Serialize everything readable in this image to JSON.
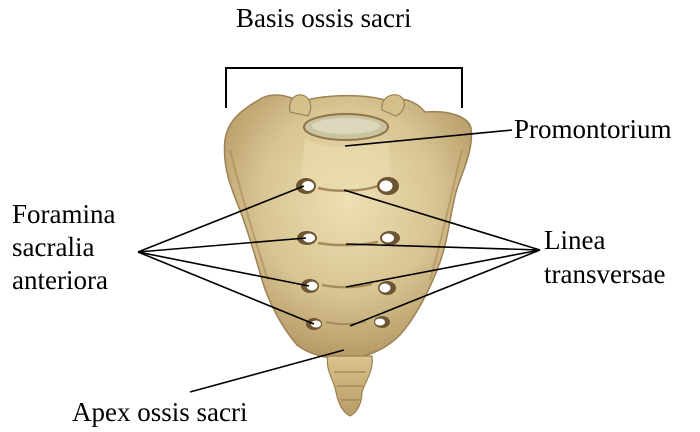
{
  "labels": {
    "basis": "Basis ossis sacri",
    "promontorium": "Promontorium",
    "foramina": [
      "Foramina",
      "sacralia",
      "anteriora"
    ],
    "linea": [
      "Linea",
      "transversae"
    ],
    "apex": "Apex ossis sacri"
  },
  "colors": {
    "bone_light": "#e6d6a6",
    "bone_mid": "#cdb682",
    "bone_dark": "#8e7448",
    "foramen": "#ffffff",
    "line": "#000000"
  }
}
